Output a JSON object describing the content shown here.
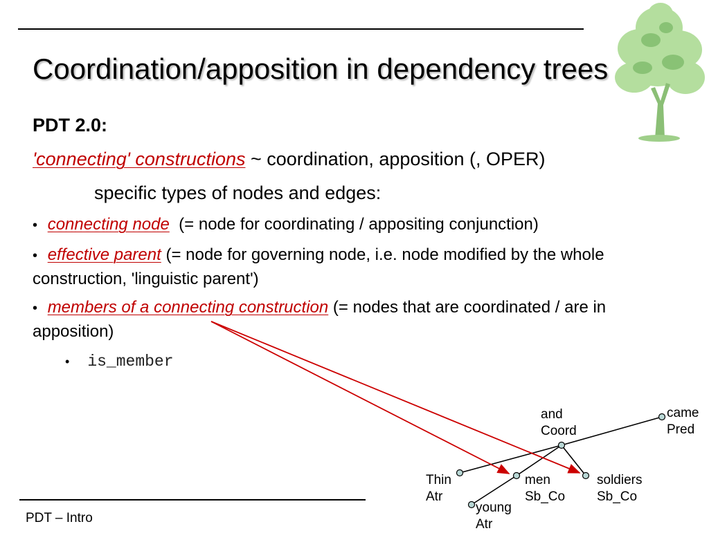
{
  "slide": {
    "title": "Coordination/apposition in dependency trees",
    "subheading": "PDT 2.0:",
    "line1": {
      "term": "'connecting' constructions",
      "rest": " ~ coordination, apposition (, OPER)"
    },
    "line2": "specific types of nodes and edges:",
    "bullets": [
      {
        "marker": "•",
        "term": "connecting node",
        "rest": "  (= node for coordinating / appositing conjunction)"
      },
      {
        "marker": "•",
        "term": "effective parent",
        "rest": " (= node for governing node, i.e. node modified by the whole construction, 'linguistic parent')"
      },
      {
        "marker": "•",
        "term": "members of a connecting construction",
        "rest": " (= nodes that are coordinated / are in apposition)"
      }
    ],
    "sub_bullet": {
      "marker": "•",
      "text": "is_member"
    },
    "tree_labels": {
      "and": "and\nCoord",
      "came": "came\nPred",
      "thin": "Thin\nAtr",
      "men": "men\nSb_Co",
      "soldiers": "soldiers\nSb_Co",
      "young": "young\nAtr"
    },
    "footer": "PDT – Intro",
    "colors": {
      "accent_red": "#c00000",
      "arrow_red": "#cc0000",
      "node_fill": "#b9d8d6",
      "tree_green": "#8fce7a"
    },
    "decor_icon": "tree-illustration"
  }
}
